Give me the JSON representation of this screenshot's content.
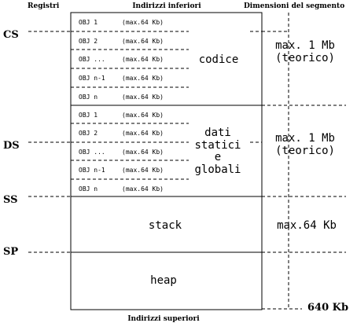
{
  "header": {
    "registers": "Registri",
    "lower_addresses": "Indirizzi inferiori",
    "segment_size": "Dimensioni del segmento"
  },
  "footer": {
    "upper_addresses": "Indirizzi superiori",
    "total": "640 Kb"
  },
  "registers": {
    "cs": "CS",
    "ds": "DS",
    "ss": "SS",
    "sp": "SP"
  },
  "code_segment": {
    "objects": [
      {
        "name": "OBJ 1",
        "size": "(max.64 Kb)"
      },
      {
        "name": "OBJ 2",
        "size": "(max.64 Kb)"
      },
      {
        "name": "OBJ ...",
        "size": "(max.64 Kb)"
      },
      {
        "name": "OBJ n-1",
        "size": "(max.64 Kb)"
      },
      {
        "name": "OBJ n",
        "size": "(max.64 Kb)"
      }
    ],
    "label": "codice",
    "size_line1": "max. 1 Mb",
    "size_line2": "(teorico)"
  },
  "data_segment": {
    "objects": [
      {
        "name": "OBJ 1",
        "size": "(max.64 Kb)"
      },
      {
        "name": "OBJ 2",
        "size": "(max.64 Kb)"
      },
      {
        "name": "OBJ ...",
        "size": "(max.64 Kb)"
      },
      {
        "name": "OBJ n-1",
        "size": "(max.64 Kb)"
      },
      {
        "name": "OBJ n",
        "size": "(max.64 Kb)"
      }
    ],
    "label_line1": "dati",
    "label_line2": "statici",
    "label_line3": "e",
    "label_line4": "globali",
    "size_line1": "max. 1 Mb",
    "size_line2": "(teorico)"
  },
  "stack_segment": {
    "label": "stack",
    "size": "max.64 Kb"
  },
  "heap_segment": {
    "label": "heap"
  }
}
